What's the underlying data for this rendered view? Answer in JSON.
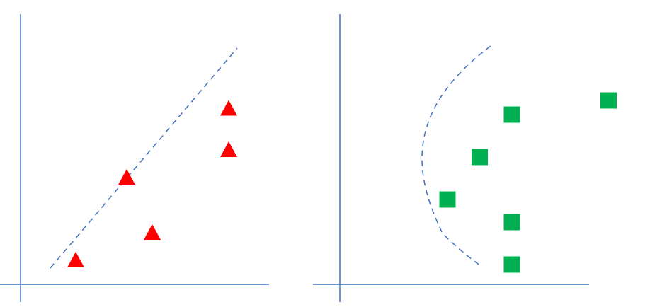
{
  "colors": {
    "background": "#ffffff",
    "axis": "#4472c4",
    "fit_line": "#4472c4",
    "triangle": "#ff0000",
    "square": "#00b050"
  },
  "chart_data": [
    {
      "type": "scatter",
      "marker": "triangle",
      "fit": "linear",
      "points": [
        {
          "x": 1.0,
          "y": 1.0
        },
        {
          "x": 2.0,
          "y": 4.0
        },
        {
          "x": 2.5,
          "y": 2.0
        },
        {
          "x": 4.0,
          "y": 5.0
        },
        {
          "x": 4.0,
          "y": 6.5
        }
      ]
    },
    {
      "type": "scatter",
      "marker": "square",
      "fit": "curve",
      "points": [
        {
          "x": 3.0,
          "y": 6.5
        },
        {
          "x": 2.5,
          "y": 5.0
        },
        {
          "x": 2.0,
          "y": 3.5
        },
        {
          "x": 3.0,
          "y": 2.7
        },
        {
          "x": 3.0,
          "y": 1.2
        },
        {
          "x": 4.5,
          "y": 7.0
        }
      ]
    }
  ]
}
